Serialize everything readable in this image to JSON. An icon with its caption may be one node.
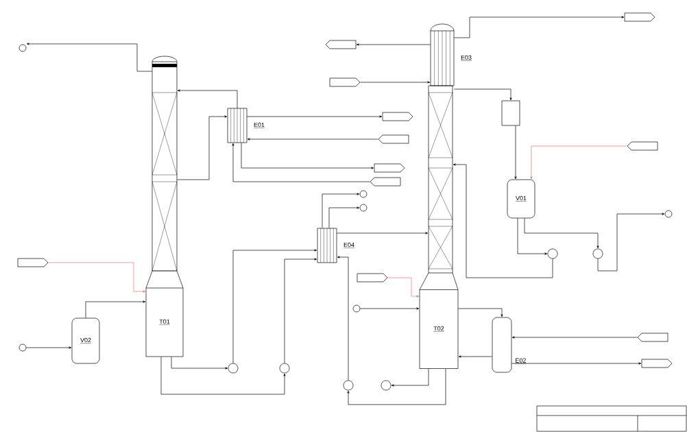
{
  "diagram": {
    "nodes": [
      {
        "text": [
          "T01"
        ]
      },
      {
        "text": [
          "V02"
        ]
      },
      {
        "text": [
          "E01"
        ]
      },
      {
        "text": [
          "E04"
        ]
      },
      {
        "text": [
          "E03"
        ]
      },
      {
        "text": [
          "T02"
        ]
      },
      {
        "text": [
          "V01"
        ]
      },
      {
        "text": [
          "E02"
        ]
      },
      {
        "text": [],
        "shape": "box"
      },
      {
        "text": [],
        "shape": "circle"
      },
      {
        "text": [],
        "shape": "circle"
      },
      {
        "text": [],
        "shape": "circle"
      },
      {
        "text": [],
        "shape": "circle"
      },
      {
        "text": [],
        "shape": "circle"
      },
      {
        "text": [],
        "shape": "circle"
      },
      {
        "text": [],
        "shape": "flag"
      },
      {
        "text": [],
        "shape": "flag"
      },
      {
        "text": [],
        "shape": "flag"
      },
      {
        "text": [],
        "shape": "flag"
      },
      {
        "text": [],
        "shape": "flag"
      },
      {
        "text": [],
        "shape": "flag"
      },
      {
        "text": [],
        "shape": "flag"
      },
      {
        "text": [],
        "shape": "flag"
      },
      {
        "text": [],
        "shape": "flag"
      },
      {
        "text": [],
        "shape": "flag"
      },
      {
        "text": [],
        "shape": "flag"
      },
      {
        "text": [],
        "shape": "flag"
      },
      {
        "text": [],
        "shape": "circle"
      },
      {
        "text": [],
        "shape": "circle"
      },
      {
        "text": [],
        "shape": "circle"
      },
      {
        "text": [],
        "shape": "circle"
      },
      {
        "text": [],
        "shape": "circle"
      },
      {
        "text": [],
        "shape": "circle"
      }
    ],
    "edges": [
      {
        "from": 0,
        "to": 27,
        "arrow": "to"
      },
      {
        "from": 2,
        "to": 0,
        "arrow": "to"
      },
      {
        "from": 0,
        "to": 2,
        "arrow": "to"
      },
      {
        "from": 1,
        "to": 0,
        "arrow": "to"
      },
      {
        "from": 28,
        "to": 1,
        "arrow": "to"
      },
      {
        "from": 17,
        "to": 0,
        "arrow": "to",
        "color": "#e87070"
      },
      {
        "from": 0,
        "to": 9,
        "arrow": "to"
      },
      {
        "from": 0,
        "to": 10,
        "arrow": "to"
      },
      {
        "from": 9,
        "to": 3,
        "arrow": "to"
      },
      {
        "from": 10,
        "to": 3,
        "arrow": "to"
      },
      {
        "from": 3,
        "to": 5,
        "arrow": "to"
      },
      {
        "from": 5,
        "to": 11,
        "arrow": "to"
      },
      {
        "from": 5,
        "to": 12,
        "arrow": "to"
      },
      {
        "from": 11,
        "to": 3,
        "arrow": "to"
      },
      {
        "from": 4,
        "to": 15,
        "arrow": "to"
      },
      {
        "from": 4,
        "to": 18,
        "arrow": "to"
      },
      {
        "from": 19,
        "to": 4,
        "arrow": "to"
      },
      {
        "from": 4,
        "to": 8,
        "arrow": "to"
      },
      {
        "from": 8,
        "to": 6,
        "arrow": "to"
      },
      {
        "from": 16,
        "to": 6,
        "arrow": "to",
        "color": "#e87070"
      },
      {
        "from": 6,
        "to": 13,
        "arrow": "to"
      },
      {
        "from": 6,
        "to": 14,
        "arrow": "to"
      },
      {
        "from": 13,
        "to": 5,
        "arrow": "to"
      },
      {
        "from": 14,
        "to": 31,
        "arrow": "to"
      },
      {
        "from": 5,
        "to": 7,
        "arrow": "to"
      },
      {
        "from": 7,
        "to": 5,
        "arrow": "to"
      },
      {
        "from": 25,
        "to": 7,
        "arrow": "to"
      },
      {
        "from": 7,
        "to": 26,
        "arrow": "to"
      },
      {
        "from": 24,
        "to": 5,
        "arrow": "to",
        "color": "#e87070"
      },
      {
        "from": 32,
        "to": 5,
        "arrow": "to"
      },
      {
        "from": 2,
        "to": 20,
        "arrow": "to"
      },
      {
        "from": 21,
        "to": 2,
        "arrow": "to"
      },
      {
        "from": 2,
        "to": 22,
        "arrow": "to"
      },
      {
        "from": 23,
        "to": 2,
        "arrow": "to"
      },
      {
        "from": 3,
        "to": 29,
        "arrow": "to"
      },
      {
        "from": 3,
        "to": 30,
        "arrow": "to"
      }
    ]
  }
}
